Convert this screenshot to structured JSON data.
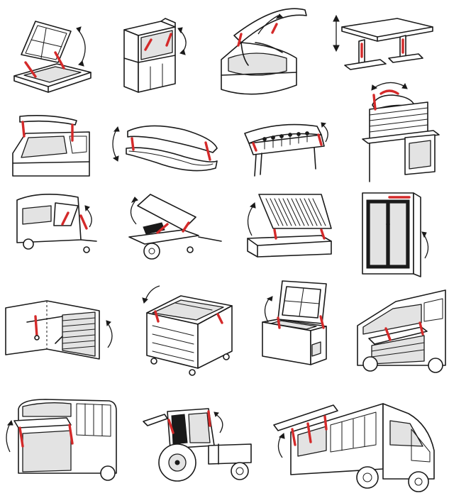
{
  "colors": {
    "line": "#1a1a1a",
    "strut": "#d42a2a",
    "fill_light": "#e3e3e3",
    "background": "#ffffff"
  },
  "illustrations": [
    {
      "id": "roof-hatch",
      "icon": "roof-hatch-icon"
    },
    {
      "id": "display-cabinet",
      "icon": "display-cabinet-icon"
    },
    {
      "id": "refrigerated-counter",
      "icon": "refrigerated-counter-icon"
    },
    {
      "id": "adjustable-table",
      "icon": "adjustable-table-icon"
    },
    {
      "id": "car-tailgate",
      "icon": "car-tailgate-icon"
    },
    {
      "id": "roof-box",
      "icon": "roof-box-icon"
    },
    {
      "id": "barbecue-grill",
      "icon": "barbecue-grill-icon"
    },
    {
      "id": "workbench",
      "icon": "workbench-icon"
    },
    {
      "id": "caravan-window",
      "icon": "caravan-window-icon"
    },
    {
      "id": "tipping-trailer",
      "icon": "tipping-trailer-icon"
    },
    {
      "id": "storage-bed",
      "icon": "storage-bed-icon"
    },
    {
      "id": "phone-booth",
      "icon": "phone-booth-icon"
    },
    {
      "id": "garage-door",
      "icon": "garage-door-icon"
    },
    {
      "id": "waste-container",
      "icon": "waste-container-icon"
    },
    {
      "id": "industrial-washer",
      "icon": "industrial-washer-icon"
    },
    {
      "id": "bus-luggage-flap",
      "icon": "bus-luggage-flap-icon"
    },
    {
      "id": "coach-side-flap",
      "icon": "coach-side-flap-icon"
    },
    {
      "id": "tractor-cab-window",
      "icon": "tractor-cab-window-icon"
    },
    {
      "id": "food-truck-awning",
      "icon": "food-truck-awning-icon"
    }
  ]
}
